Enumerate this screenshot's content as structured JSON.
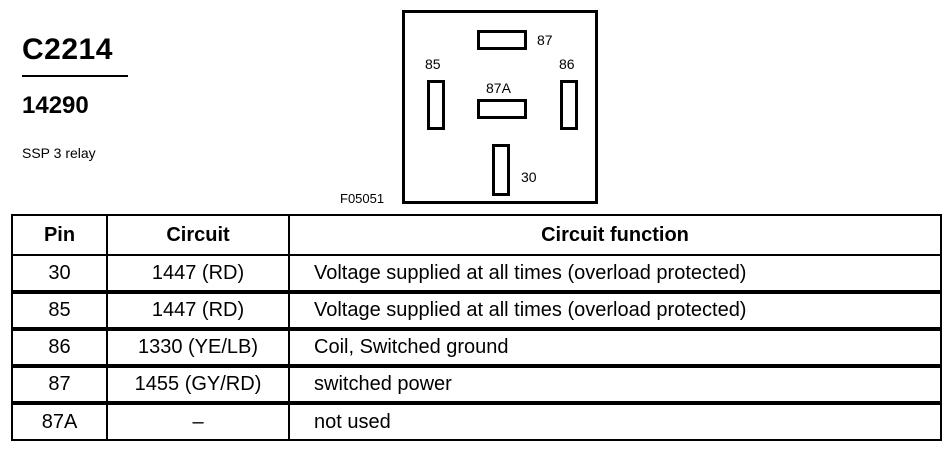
{
  "header": {
    "connector_id": "C2214",
    "part_number": "14290",
    "description": "SSP 3 relay"
  },
  "diagram": {
    "figure_id": "F05051",
    "pins": {
      "p87": "87",
      "p85": "85",
      "p86": "86",
      "p87a": "87A",
      "p30": "30"
    }
  },
  "table": {
    "headers": [
      "Pin",
      "Circuit",
      "Circuit function"
    ],
    "rows": [
      {
        "pin": "30",
        "circuit": "1447 (RD)",
        "function": "Voltage supplied at all times (overload protected)"
      },
      {
        "pin": "85",
        "circuit": "1447 (RD)",
        "function": "Voltage supplied at all times (overload protected)"
      },
      {
        "pin": "86",
        "circuit": "1330 (YE/LB)",
        "function": "Coil, Switched ground"
      },
      {
        "pin": "87",
        "circuit": "1455 (GY/RD)",
        "function": "switched power"
      },
      {
        "pin": "87A",
        "circuit": "–",
        "function": "not used"
      }
    ]
  }
}
